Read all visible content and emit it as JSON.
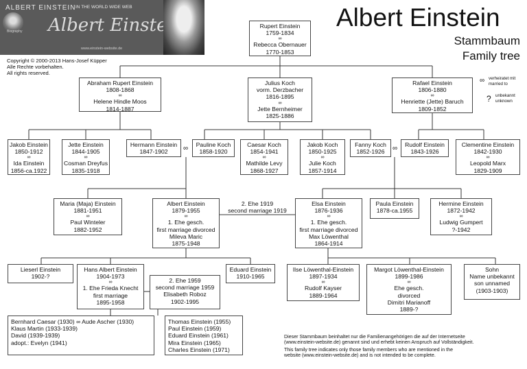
{
  "header": {
    "title": "Albert Einstein",
    "subtitle1": "Stammbaum",
    "subtitle2": "Family tree",
    "banner_brand": "ALBERT EINSTEIN",
    "banner_tag": "IN THE WORLD WIDE WEB",
    "banner_signature": "Albert Einstein",
    "banner_url": "www.einstein-website.de",
    "banner_bio": "Biography",
    "copyright": [
      "Copyright © 2000-2013 Hans-Josef Küpper",
      "Alle Rechte vorbehalten.",
      "All rights reserved."
    ]
  },
  "symbols": {
    "married": "∞",
    "unknown": "?"
  },
  "legend": {
    "married_de": "verheiratet mit",
    "married_en": "married to",
    "unknown_de": "unbekannt",
    "unknown_en": "unknown"
  },
  "persons": {
    "rupert": [
      "Rupert Einstein",
      "1759-1834",
      "∞",
      "Rebecca Obernauer",
      "1770-1853"
    ],
    "abraham": [
      "Abraham Rupert Einstein",
      "1808-1868",
      "∞",
      "Helene Hindle Moos",
      "1814-1887"
    ],
    "julius": [
      "Julius Koch",
      "vorm. Derzbacher",
      "1816-1895",
      "∞",
      "Jette Bernheimer",
      "1825-1886"
    ],
    "rafael": [
      "Rafael Einstein",
      "1806-1880",
      "∞",
      "Henriette (Jette) Baruch",
      "1809-1852"
    ],
    "jakob_e": [
      "Jakob Einstein",
      "1850-1912",
      "∞",
      "Ida Einstein",
      "1856-ca.1922"
    ],
    "jette_e": [
      "Jette Einstein",
      "1844-1905",
      "∞",
      "Cosman Dreyfus",
      "1835-1918"
    ],
    "hermann": [
      "Hermann Einstein",
      "1847-1902"
    ],
    "pauline": [
      "Pauline Koch",
      "1858-1920"
    ],
    "caesar": [
      "Caesar Koch",
      "1854-1941",
      "∞",
      "Mathilde Levy",
      "1868-1927"
    ],
    "jakob_k": [
      "Jakob Koch",
      "1850-1925",
      "∞",
      "Julie Koch",
      "1857-1914"
    ],
    "fanny": [
      "Fanny Koch",
      "1852-1926"
    ],
    "rudolf": [
      "Rudolf Einstein",
      "1843-1926"
    ],
    "clementine": [
      "Clementine Einstein",
      "1842-1930",
      "∞",
      "Leopold Marx",
      "1829-1909"
    ],
    "maja": [
      "Maria (Maja) Einstein",
      "1881-1951",
      "∞",
      "Paul Winteler",
      "1882-1952"
    ],
    "albert": [
      "Albert Einstein",
      "1879-1955",
      "∞",
      "1. Ehe gesch.",
      "first marriage divorced",
      "Mileva Maric",
      "1875-1948"
    ],
    "elsa": [
      "Elsa Einstein",
      "1876-1936",
      "∞",
      "1. Ehe gesch.",
      "first marriage divorced",
      "Max Löwenthal",
      "1864-1914"
    ],
    "paula": [
      "Paula Einstein",
      "1878-ca.1955"
    ],
    "hermine": [
      "Hermine Einstein",
      "1872-1942",
      "∞",
      "Ludwig Gumpert",
      "?-1942"
    ],
    "lieserl": [
      "Lieserl Einstein",
      "1902-?"
    ],
    "hans": [
      "Hans Albert Einstein",
      "1904-1973",
      "∞",
      "1. Ehe Frieda Knecht",
      "first marriage",
      "1895-1958"
    ],
    "hans2": [
      "2. Ehe 1959",
      "second marriage 1959",
      "Elisabeth Roboz",
      "1902-1995"
    ],
    "eduard": [
      "Eduard Einstein",
      "1910-1965"
    ],
    "ilse": [
      "Ilse Löwenthal-Einstein",
      "1897-1934",
      "∞",
      "Rudolf Kayser",
      "1889-1964"
    ],
    "margot": [
      "Margot Löwenthal-Einstein",
      "1899-1986",
      "∞",
      "Ehe gesch.",
      "divorced",
      "Dimitri Marianoff",
      "1889-?"
    ],
    "sohn": [
      "Sohn",
      "Name unbekannt",
      "son unnamed",
      "(1903-1903)"
    ],
    "grand1_name": "Bernhard Caesar (1930)",
    "grand1_spouse": "Aude Ascher (1930)",
    "grand1": [
      "Klaus Martin (1933-1939)",
      "David (1939-1939)",
      "adopt.: Evelyn (1941)"
    ],
    "grand2": [
      "Thomas Einstein (1955)",
      "Paul Einstein (1959)",
      "Eduard Einstein (1961)",
      "Mira Einstein (1965)",
      "Charles Einstein (1971)"
    ]
  },
  "second_marriage": [
    "2. Ehe 1919",
    "second marriage 1919"
  ],
  "footer": {
    "de": [
      "Dieser Stammbaum beinhaltet nur die Familienangehörigen die auf der Internetseite",
      "(www.einstein-website.de) genannt sind und erhebt keinen Anspruch auf Vollständigkeit."
    ],
    "en": [
      "This family tree indicates only those family members who are mentioned in the",
      "website (www.einstein-website.de) and is not intended to be complete."
    ]
  }
}
